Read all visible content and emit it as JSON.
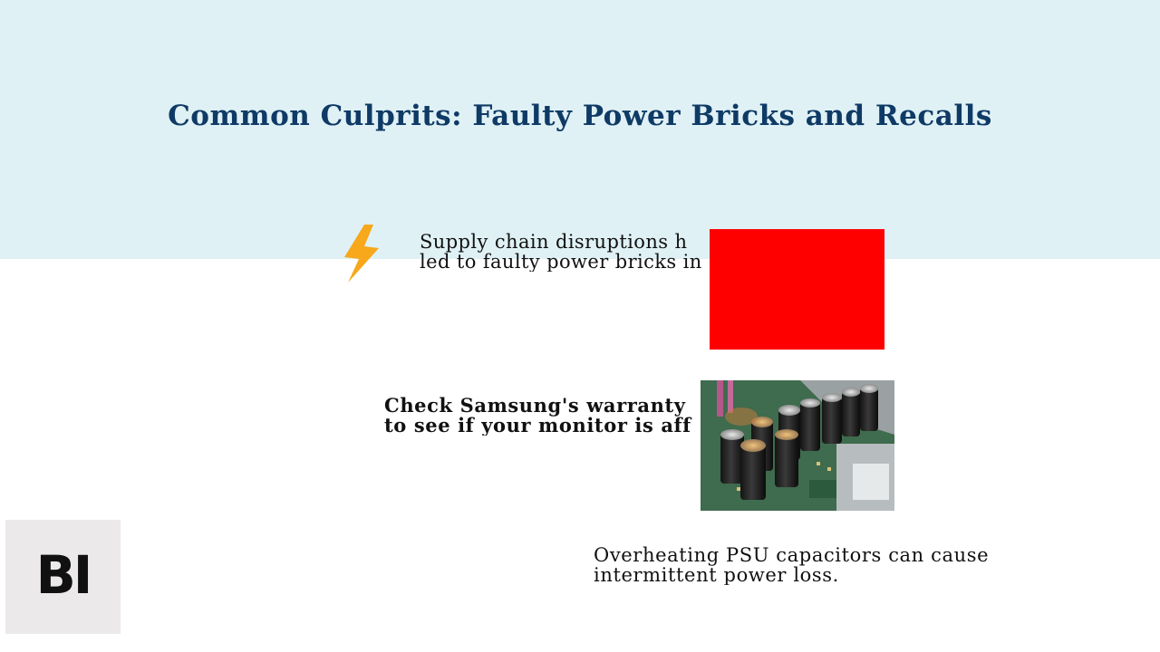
{
  "slide": {
    "title": "Common Culprits: Faulty Power Bricks and Recalls",
    "points": [
      {
        "icon": "lightning-bolt-icon",
        "lines": [
          "Supply chain disruptions h",
          "led to faulty power bricks in"
        ]
      },
      {
        "lines": [
          "Check Samsung's warranty",
          "to see if your monitor is aff"
        ]
      },
      {
        "lines": [
          "Overheating PSU capacitors can cause",
          "intermittent power loss."
        ]
      }
    ],
    "logo_text": "BI"
  },
  "colors": {
    "header_band": "#dff1f5",
    "title": "#0f3a66",
    "icon": "#f7a81b",
    "red_block": "#fe0000",
    "logo_background": "#ebe9e9"
  }
}
